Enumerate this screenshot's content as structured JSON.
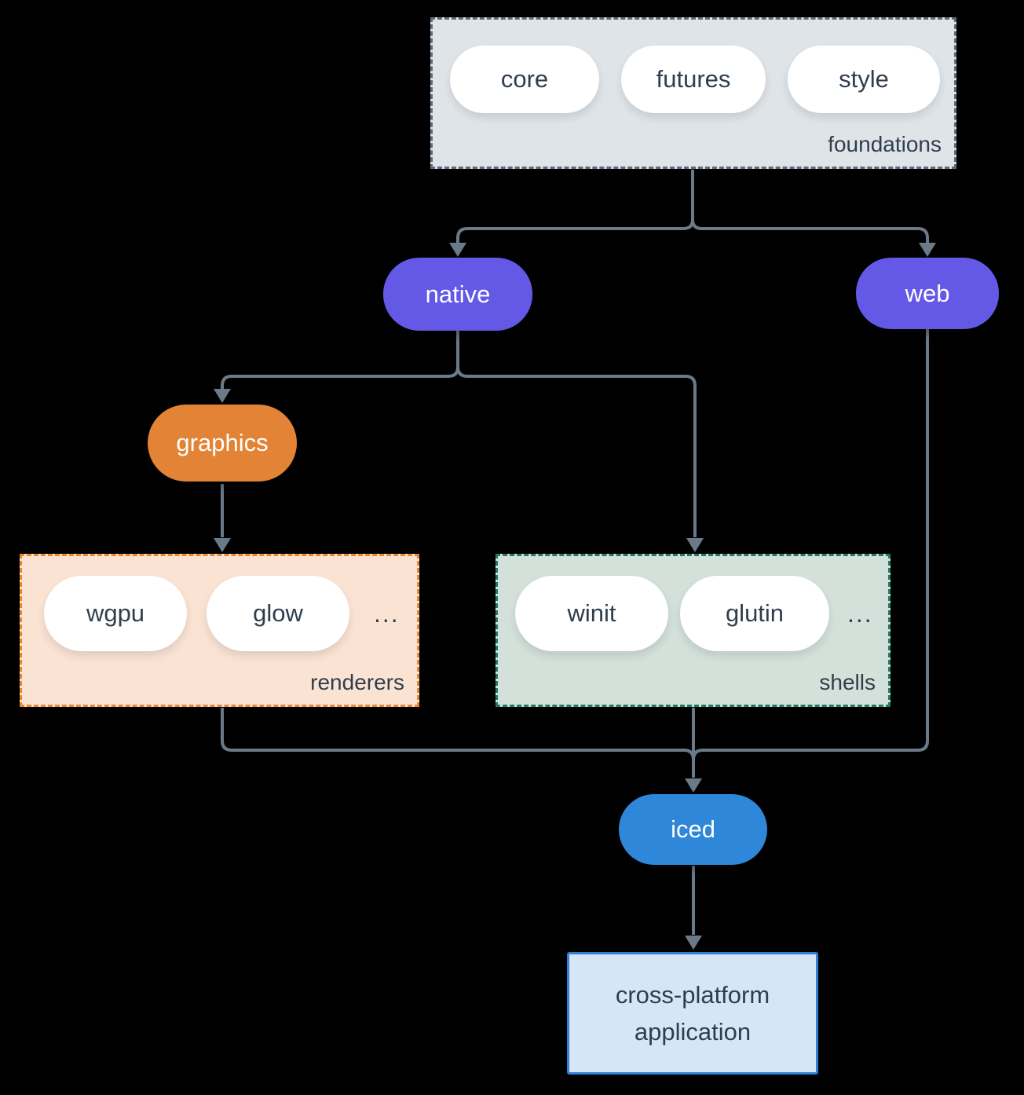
{
  "colors": {
    "background": "#000000",
    "connector": "#6b7a89",
    "node_purple": "#6459e6",
    "node_orange": "#e28336",
    "node_blue": "#2e87d8",
    "dark_text": "#2f3e4d",
    "foundations_fill": "#dfe4e8",
    "foundations_border": "#5d6c7b",
    "renderers_fill": "#fae3d3",
    "renderers_border": "#e8872f",
    "shells_fill": "#d3e1da",
    "shells_border": "#20796a",
    "app_fill": "#d6e6f7",
    "app_border": "#2e7fd6"
  },
  "groups": {
    "foundations": {
      "label": "foundations",
      "pills": [
        "core",
        "futures",
        "style"
      ]
    },
    "renderers": {
      "label": "renderers",
      "pills": [
        "wgpu",
        "glow"
      ],
      "ellipsis": "..."
    },
    "shells": {
      "label": "shells",
      "pills": [
        "winit",
        "glutin"
      ],
      "ellipsis": "..."
    }
  },
  "nodes": {
    "native": "native",
    "web": "web",
    "graphics": "graphics",
    "iced": "iced",
    "app_line1": "cross-platform",
    "app_line2": "application"
  },
  "edges": [
    {
      "from": "foundations",
      "to": "native"
    },
    {
      "from": "foundations",
      "to": "web"
    },
    {
      "from": "native",
      "to": "graphics"
    },
    {
      "from": "native",
      "to": "shells"
    },
    {
      "from": "graphics",
      "to": "renderers"
    },
    {
      "from": "renderers",
      "to": "iced"
    },
    {
      "from": "shells",
      "to": "iced"
    },
    {
      "from": "web",
      "to": "iced"
    },
    {
      "from": "iced",
      "to": "cross-platform application"
    }
  ]
}
